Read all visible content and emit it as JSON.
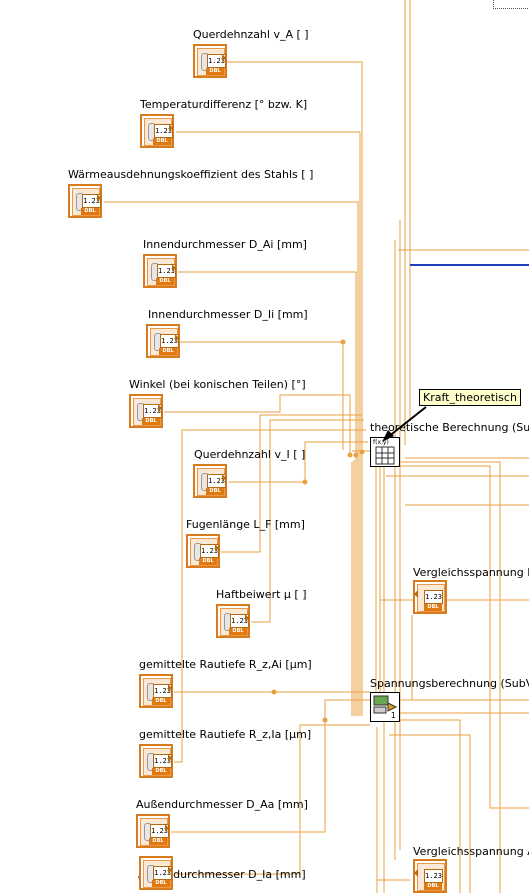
{
  "terminal_type": "DBL",
  "numeric_display": "1.23",
  "controls": [
    {
      "label": "Querdehnzahl v_A [ ]"
    },
    {
      "label": "Temperaturdifferenz [° bzw. K]"
    },
    {
      "label": "Wärmeausdehnungskoeffizient des Stahls [ ]"
    },
    {
      "label": "Innendurchmesser D_Ai [mm]"
    },
    {
      "label": "Innendurchmesser D_Ii [mm]"
    },
    {
      "label": "Winkel (bei konischen Teilen) [°]"
    },
    {
      "label": "Querdehnzahl v_I [ ]"
    },
    {
      "label": "Fugenlänge L_F [mm]"
    },
    {
      "label": "Haftbeiwert µ [ ]"
    },
    {
      "label": "gemittelte Rautiefe R_z,Ai [µm]"
    },
    {
      "label": "gemittelte Rautiefe R_z,Ia [µm]"
    },
    {
      "label": "Außendurchmesser D_Aa [mm]"
    },
    {
      "label": "Außendurchmesser D_Ia [mm]"
    }
  ],
  "indicators": [
    {
      "label": "Vergleichsspannung In"
    },
    {
      "label": "Vergleichsspannung A"
    }
  ],
  "subvis": [
    {
      "label": "theoretische Berechnung (Sub",
      "icon_text": "f(x,y)"
    },
    {
      "label": "Spannungsberechnung (SubV",
      "icon_text": "1"
    }
  ],
  "tooltip": {
    "text": "Kraft_theoretisch"
  },
  "colors": {
    "wire_orange": "#e8a040",
    "wire_blue": "#1f3fbf",
    "terminal_orange": "#d97a1c"
  }
}
